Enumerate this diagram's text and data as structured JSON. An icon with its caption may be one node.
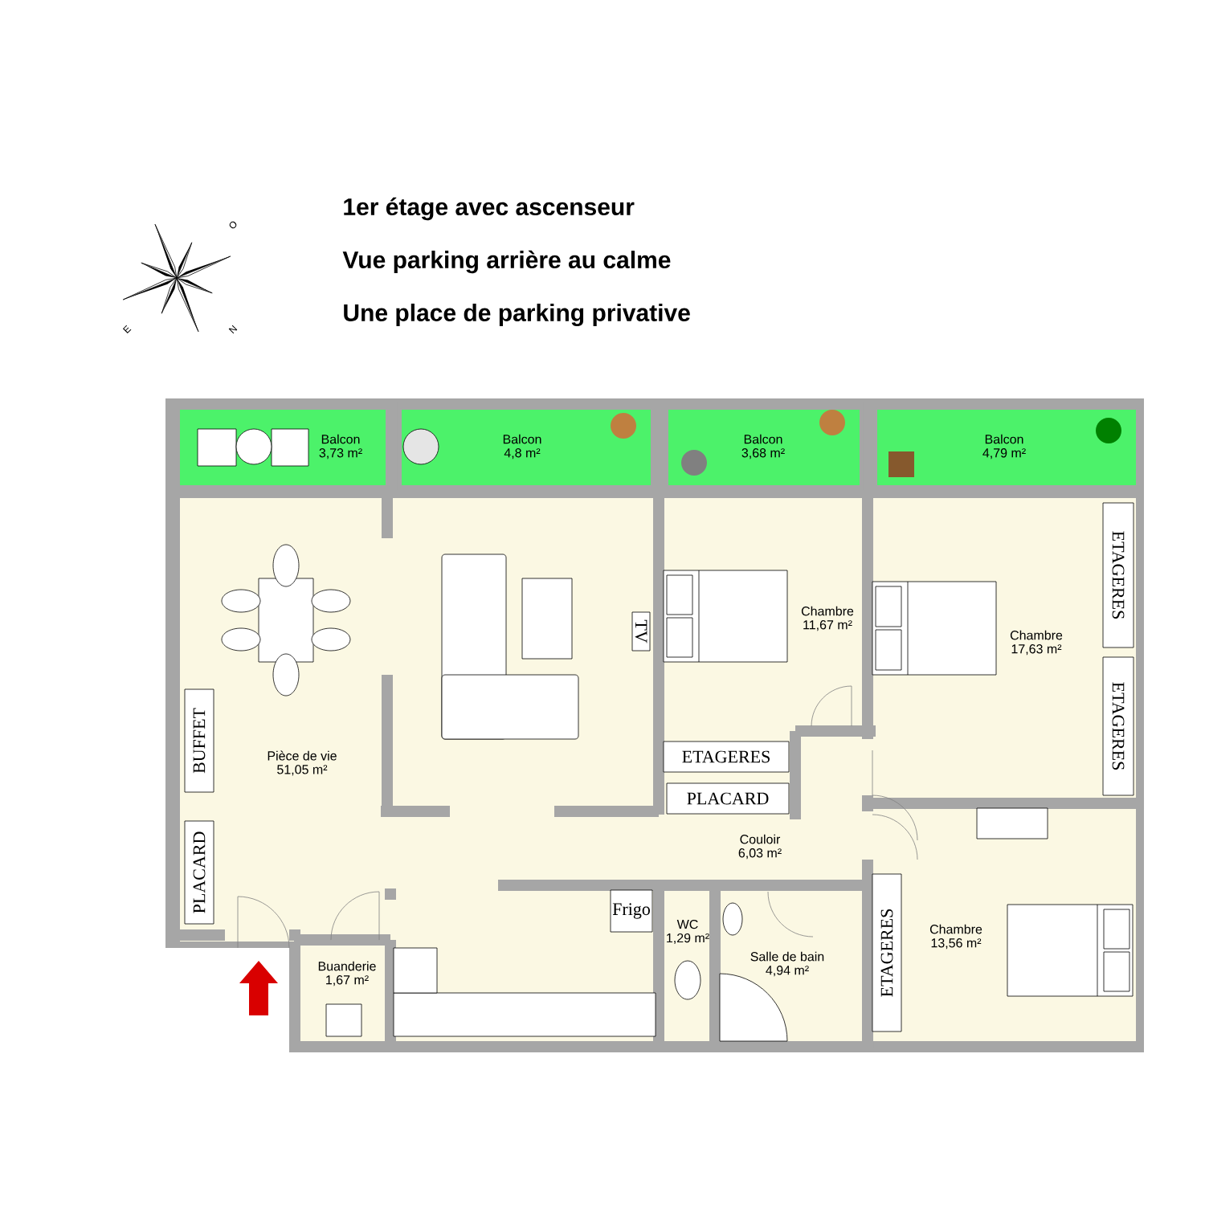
{
  "diagram": {
    "nodes": [
      {
        "text": [
          "Balcon",
          "3,73 m²"
        ]
      },
      {
        "text": [
          "Balcon",
          "4,8 m²"
        ]
      },
      {
        "text": [
          "Balcon",
          "3,68 m²"
        ]
      },
      {
        "text": [
          "Balcon",
          "4,79 m²"
        ]
      },
      {
        "text": [
          "Pièce de vie",
          "51,05 m²"
        ]
      },
      {
        "text": [
          "Chambre",
          "11,67 m²"
        ]
      },
      {
        "text": [
          "Chambre",
          "17,63 m²"
        ]
      },
      {
        "text": [
          "Couloir",
          "6,03 m²"
        ]
      },
      {
        "text": [
          "Chambre",
          "13,56 m²"
        ]
      },
      {
        "text": [
          "WC",
          "1,29 m²"
        ]
      },
      {
        "text": [
          "Salle de bain",
          "4,94 m²"
        ]
      },
      {
        "text": [
          "Buanderie",
          "1,67 m²"
        ]
      },
      {
        "text": [
          "BUFFET"
        ]
      },
      {
        "text": [
          "PLACARD"
        ]
      },
      {
        "text": [
          "TV"
        ]
      },
      {
        "text": [
          "Frigo"
        ]
      },
      {
        "text": [
          "ETAGERES"
        ]
      },
      {
        "text": [
          "PLACARD"
        ]
      },
      {
        "text": [
          "ETAGERES"
        ]
      },
      {
        "text": [
          "ETAGERES"
        ]
      },
      {
        "text": [
          "ETAGERES"
        ]
      }
    ],
    "labels": [
      "1er étage avec ascenseur",
      "Vue parking arrière au calme",
      "Une place de parking privative",
      "O",
      "E",
      "N"
    ]
  }
}
